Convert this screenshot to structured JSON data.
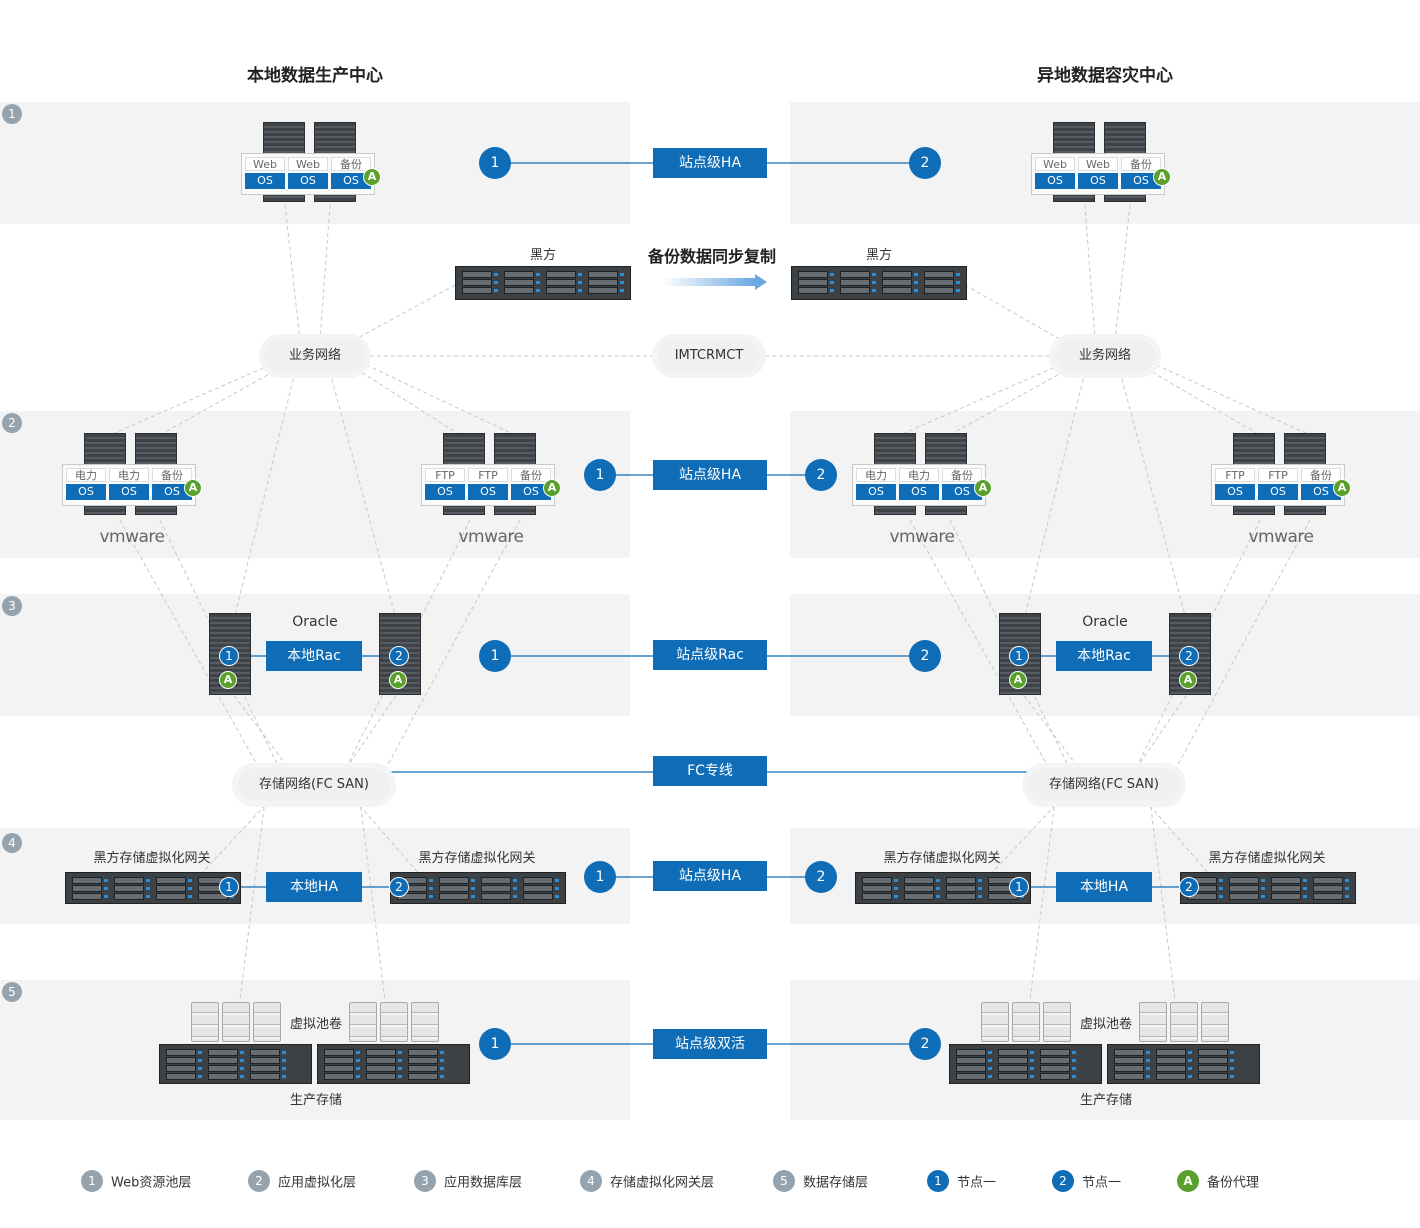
{
  "titles": {
    "local": "本地数据生产中心",
    "remote": "异地数据容灾中心"
  },
  "rows": [
    "1",
    "2",
    "3",
    "4",
    "5"
  ],
  "row1": {
    "vm_labels": [
      "Web",
      "Web",
      "备份"
    ],
    "os_label": "OS",
    "link": "站点级HA",
    "node_left": "1",
    "node_right": "2"
  },
  "heifang": {
    "left": "黑方",
    "right": "黑方",
    "sync": "备份数据同步复制"
  },
  "network": {
    "business": "业务网络",
    "wan": "IMTCRMCT"
  },
  "row2": {
    "vm_labels_a": [
      "电力",
      "电力",
      "备份"
    ],
    "vm_labels_b": [
      "FTP",
      "FTP",
      "备份"
    ],
    "os_label": "OS",
    "vendor": "vmware",
    "link": "站点级HA",
    "node_left": "1",
    "node_right": "2"
  },
  "row3": {
    "oracle": "Oracle",
    "local_rac": "本地Rac",
    "link": "站点级Rac",
    "node1": "1",
    "node2": "2"
  },
  "fc": {
    "storage_network": "存储网络(FC SAN)",
    "link": "FC专线"
  },
  "row4": {
    "gateway": "黑方存储虚拟化网关",
    "local_ha": "本地HA",
    "link": "站点级HA",
    "node1": "1",
    "node2": "2"
  },
  "row5": {
    "pool": "虚拟池卷",
    "storage": "生产存储",
    "link": "站点级双活",
    "node1": "1",
    "node2": "2"
  },
  "agent_glyph": "A",
  "legend": [
    {
      "num": "1",
      "label": "Web资源池层",
      "color": "#95a3ae"
    },
    {
      "num": "2",
      "label": "应用虚拟化层",
      "color": "#95a3ae"
    },
    {
      "num": "3",
      "label": "应用数据库层",
      "color": "#95a3ae"
    },
    {
      "num": "4",
      "label": "存储虚拟化网关层",
      "color": "#95a3ae"
    },
    {
      "num": "5",
      "label": "数据存储层",
      "color": "#95a3ae"
    },
    {
      "num": "1",
      "label": "节点一",
      "color": "#0f6db7"
    },
    {
      "num": "2",
      "label": "节点一",
      "color": "#0f6db7"
    },
    {
      "num": "A",
      "label": "备份代理",
      "color": "#5aa02c"
    }
  ],
  "colors": {
    "accent": "#0f6db7",
    "band": "#f3f3f3",
    "agent": "#5aa02c",
    "rownum": "#95a3ae"
  }
}
